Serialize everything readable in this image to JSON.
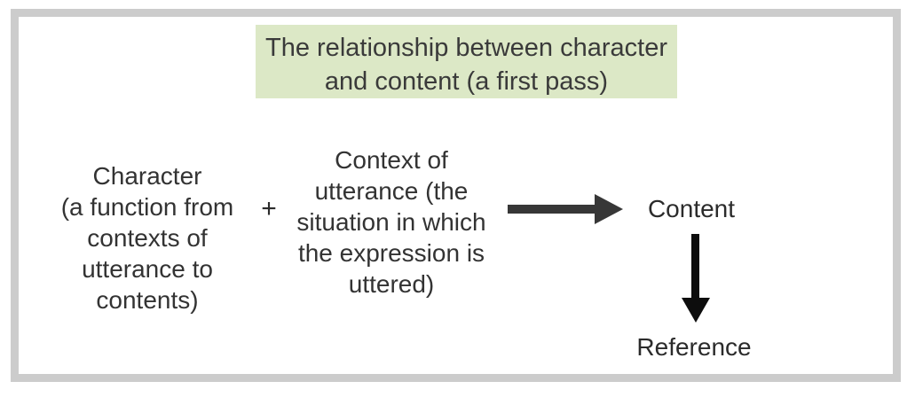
{
  "title": {
    "lines": [
      "The relationship between character",
      "and content (a first pass)"
    ]
  },
  "character_block": {
    "lines": [
      "Character",
      "(a function from",
      "contexts of",
      "utterance to",
      "contents)"
    ]
  },
  "plus_sign": "+",
  "context_block": {
    "lines": [
      "Context of",
      "utterance (the",
      "situation in which",
      "the expression is",
      "uttered)"
    ]
  },
  "content_label": "Content",
  "reference_label": "Reference",
  "colors": {
    "title_bg": "#dce8c6",
    "frame_border": "#cccccc",
    "horizontal_arrow": "#373737",
    "vertical_arrow": "#0d0d0d",
    "text": "#333333"
  }
}
